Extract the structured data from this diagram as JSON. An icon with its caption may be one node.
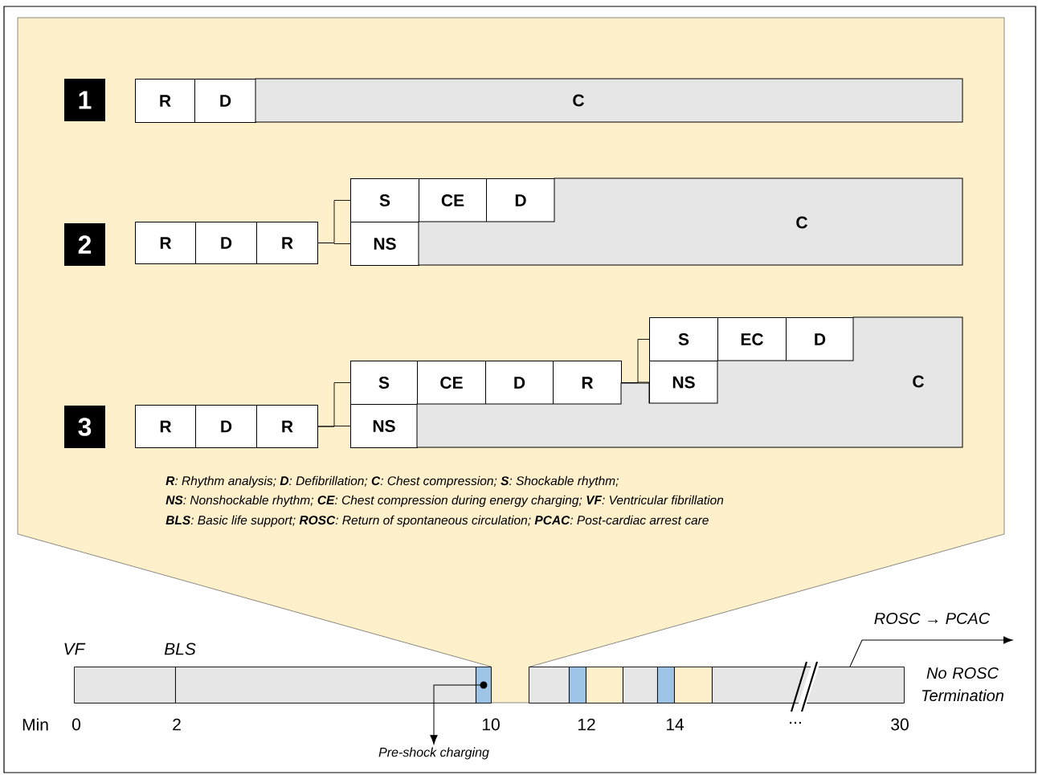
{
  "diagram": {
    "nodes": [
      {
        "text": [
          "1"
        ]
      },
      {
        "text": [
          "R"
        ]
      },
      {
        "text": [
          "D"
        ]
      },
      {
        "text": [
          "C"
        ]
      },
      {
        "text": [
          "2"
        ]
      },
      {
        "text": [
          "R"
        ]
      },
      {
        "text": [
          "D"
        ]
      },
      {
        "text": [
          "R"
        ]
      },
      {
        "text": [
          "S"
        ]
      },
      {
        "text": [
          "CE"
        ]
      },
      {
        "text": [
          "D"
        ]
      },
      {
        "text": [
          "NS"
        ]
      },
      {
        "text": [
          "C"
        ]
      },
      {
        "text": [
          "3"
        ]
      },
      {
        "text": [
          "R"
        ]
      },
      {
        "text": [
          "D"
        ]
      },
      {
        "text": [
          "R"
        ]
      },
      {
        "text": [
          "S"
        ]
      },
      {
        "text": [
          "CE"
        ]
      },
      {
        "text": [
          "D"
        ]
      },
      {
        "text": [
          "R"
        ]
      },
      {
        "text": [
          "NS"
        ]
      },
      {
        "text": [
          "S"
        ]
      },
      {
        "text": [
          "EC"
        ]
      },
      {
        "text": [
          "D"
        ]
      },
      {
        "text": [
          "NS"
        ]
      },
      {
        "text": [
          "C"
        ]
      },
      {
        "text": [],
        "shape": "bar"
      },
      {
        "text": [],
        "shape": "bar"
      },
      {
        "text": [],
        "shape": "bar"
      },
      {
        "text": [],
        "shape": "bar"
      },
      {
        "text": [],
        "shape": "bar"
      },
      {
        "text": [],
        "shape": "bar"
      },
      {
        "text": [],
        "shape": "bar"
      },
      {
        "text": [],
        "shape": "bar"
      },
      {
        "text": [],
        "shape": "bar"
      },
      {
        "text": [],
        "shape": "bar"
      },
      {
        "text": [
          "Pre-shock charging"
        ]
      }
    ],
    "edges": [
      {
        "from": 7,
        "to": 8,
        "arrow": "none"
      },
      {
        "from": 7,
        "to": 11,
        "arrow": "none"
      },
      {
        "from": 16,
        "to": 17,
        "arrow": "none"
      },
      {
        "from": 16,
        "to": 21,
        "arrow": "none"
      },
      {
        "from": 20,
        "to": 22,
        "arrow": "none"
      },
      {
        "from": 20,
        "to": 25,
        "arrow": "none"
      },
      {
        "from": 29,
        "to": 37,
        "arrow": "to"
      },
      {
        "from": 36,
        "to": null,
        "arrow": "to",
        "label": "ROSC → PCAC"
      }
    ],
    "labels": [
      "**R**: Rhythm analysis; **D**: Defibrillation; **C**: Chest compression; **S**: Shockable rhythm;",
      "**NS**: Nonshockable rhythm; **CE**: Chest compression during energy charging; **VF**: Ventricular fibrillation",
      "**BLS**: Basic life support; **ROSC**: Return of spontaneous circulation; **PCAC**: Post-cardiac arrest care",
      "VF",
      "BLS",
      "No ROSC Termination",
      "Min",
      "0",
      "2",
      "10",
      "12",
      "14",
      "...",
      "30"
    ]
  }
}
